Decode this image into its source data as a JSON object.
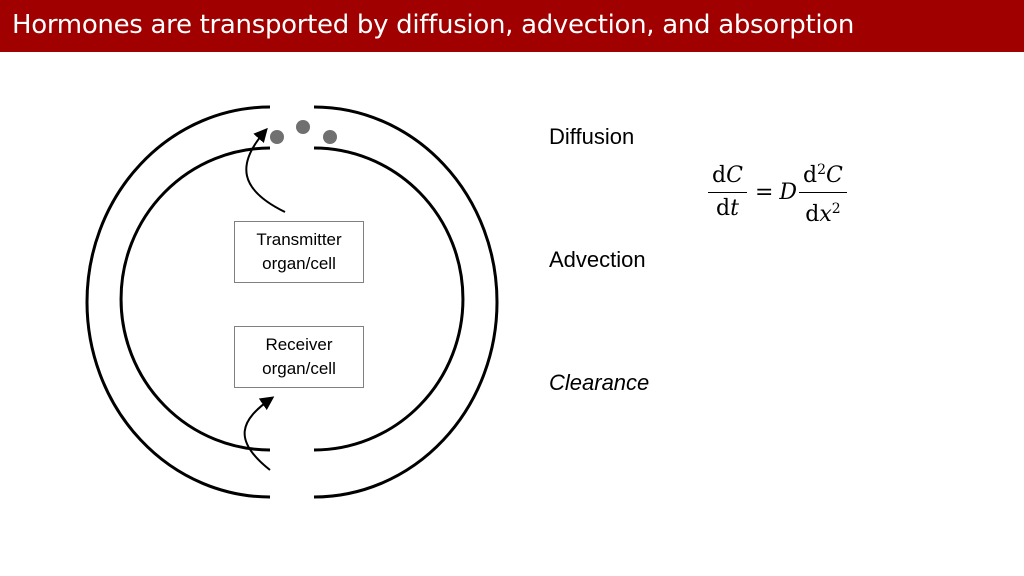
{
  "header": {
    "title": "Hormones are transported by diffusion, advection, and absorption",
    "bar_color": "#a00000"
  },
  "diagram": {
    "transmitter_label_line1": "Transmitter",
    "transmitter_label_line2": "organ/cell",
    "receiver_label_line1": "Receiver",
    "receiver_label_line2": "organ/cell",
    "particle_color": "#707070"
  },
  "mechanisms": {
    "diffusion": "Diffusion",
    "advection": "Advection",
    "clearance": "Clearance"
  },
  "equation": {
    "lhs_num_d": "d",
    "lhs_num_var": "C",
    "lhs_den_d": "d",
    "lhs_den_var": "t",
    "equals": "=",
    "coef": "D",
    "rhs_num_d": "d",
    "rhs_num_exp": "2",
    "rhs_num_var": "C",
    "rhs_den_d": "d",
    "rhs_den_var": "x",
    "rhs_den_exp": "2"
  }
}
